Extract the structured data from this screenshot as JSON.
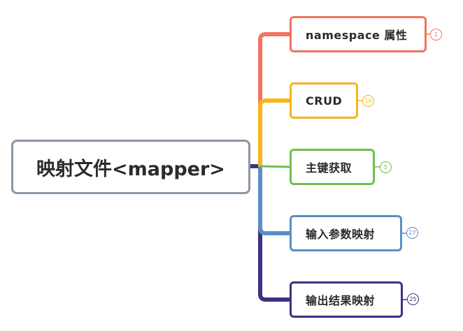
{
  "root": {
    "label": "映射文件<mapper>",
    "border_color": "#8a97a3"
  },
  "branches": [
    {
      "label": "namespace 属性",
      "count": "1",
      "color": "#f0745f"
    },
    {
      "label": "CRUD",
      "count": "10",
      "color": "#f5b51b"
    },
    {
      "label": "主键获取",
      "count": "5",
      "color": "#6fc04c"
    },
    {
      "label": "输入参数映射",
      "count": "27",
      "color": "#5b8ec6"
    },
    {
      "label": "输出结果映射",
      "count": "25",
      "color": "#3a3283"
    }
  ]
}
